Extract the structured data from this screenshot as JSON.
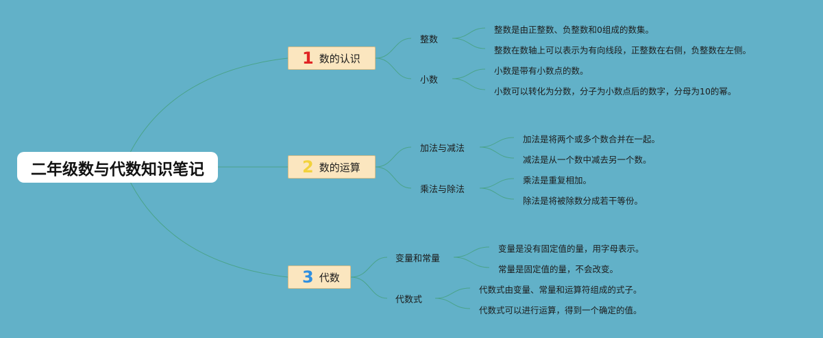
{
  "title": "二年级数与代数知识笔记",
  "colors": {
    "background": "#62b1c8",
    "link": "#4aa38a",
    "branch_fill": "#fbe6bf",
    "num1": "#e02424",
    "num2": "#f2d23c",
    "num3": "#2f8fe0"
  },
  "branches": [
    {
      "num": "1",
      "label": "数的认识",
      "subs": [
        {
          "label": "整数",
          "leaves": [
            "整数是由正整数、负整数和0组成的数集。",
            "整数在数轴上可以表示为有向线段，正整数在右侧，负整数在左侧。"
          ]
        },
        {
          "label": "小数",
          "leaves": [
            "小数是带有小数点的数。",
            "小数可以转化为分数，分子为小数点后的数字，分母为10的幂。"
          ]
        }
      ]
    },
    {
      "num": "2",
      "label": "数的运算",
      "subs": [
        {
          "label": "加法与减法",
          "leaves": [
            "加法是将两个或多个数合并在一起。",
            "减法是从一个数中减去另一个数。"
          ]
        },
        {
          "label": "乘法与除法",
          "leaves": [
            "乘法是重复相加。",
            "除法是将被除数分成若干等份。"
          ]
        }
      ]
    },
    {
      "num": "3",
      "label": "代数",
      "subs": [
        {
          "label": "变量和常量",
          "leaves": [
            "变量是没有固定值的量，用字母表示。",
            "常量是固定值的量，不会改变。"
          ]
        },
        {
          "label": "代数式",
          "leaves": [
            "代数式由变量、常量和运算符组成的式子。",
            "代数式可以进行运算，得到一个确定的值。"
          ]
        }
      ]
    }
  ]
}
